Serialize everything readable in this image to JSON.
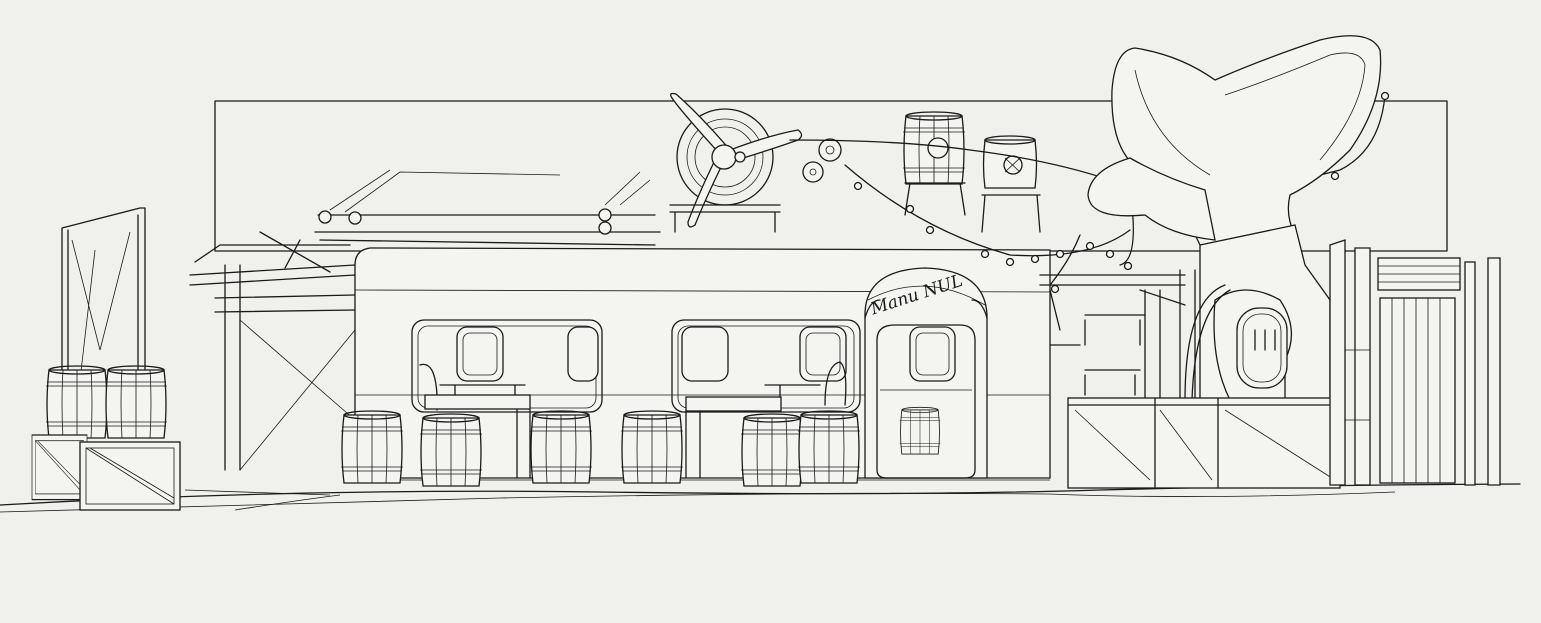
{
  "scene": {
    "sign_text": "Manu NUL",
    "paper_color": "#f0f0ec",
    "ink_color": "#1a1a1a"
  },
  "elements": {
    "barrels": [
      "barrel",
      "barrel",
      "barrel",
      "barrel",
      "barrel",
      "barrel",
      "barrel",
      "barrel",
      "barrel",
      "barrel",
      "barrel"
    ],
    "crates": [
      "crate",
      "crate",
      "crate",
      "crate"
    ]
  }
}
